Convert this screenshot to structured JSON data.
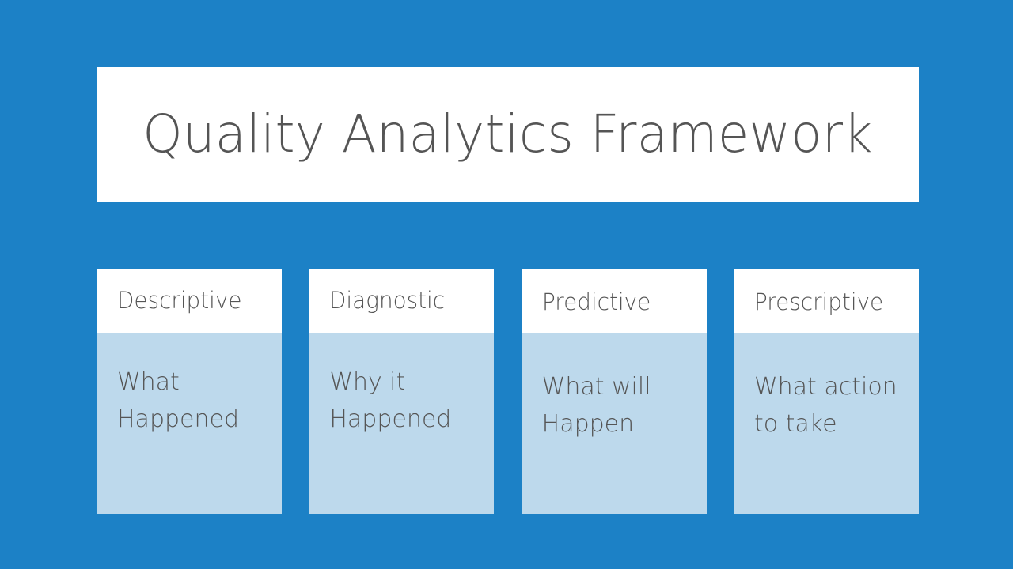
{
  "slide": {
    "background_color": "#1c81c6",
    "title": "Quality Analytics Framework",
    "title_color": "#555555",
    "title_background": "#ffffff"
  },
  "cards": [
    {
      "header": "Descriptive",
      "body": "What\nHappened",
      "header_background": "#ffffff",
      "body_background": "#bdd9ec",
      "text_color": "#555555"
    },
    {
      "header": "Diagnostic",
      "body": "Why it\nHappened",
      "header_background": "#ffffff",
      "body_background": "#bdd9ec",
      "text_color": "#555555"
    },
    {
      "header": "Predictive",
      "body": "What will\nHappen",
      "header_background": "#ffffff",
      "body_background": "#bdd9ec",
      "text_color": "#555555"
    },
    {
      "header": "Prescriptive",
      "body": "What action\nto take",
      "header_background": "#ffffff",
      "body_background": "#bdd9ec",
      "text_color": "#555555"
    }
  ]
}
